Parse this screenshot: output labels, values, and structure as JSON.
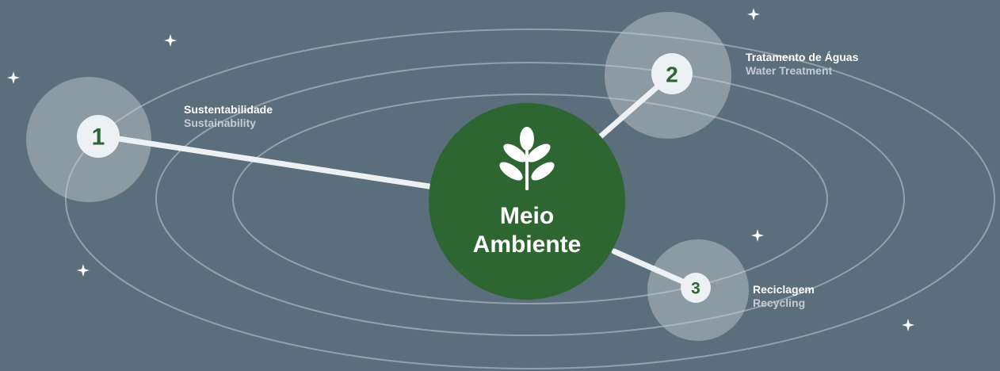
{
  "colors": {
    "background": "#5b6e7b",
    "center": "#2e6632",
    "accent_text": "#2e6632",
    "halo": "#c8d0d6"
  },
  "center": {
    "title_line1": "Meio",
    "title_line2": "Ambiente",
    "icon": "leaf-sprout-icon"
  },
  "nodes": [
    {
      "number": "1",
      "pt": "Sustentabilidade",
      "en": "Sustainability"
    },
    {
      "number": "2",
      "pt": "Tratamento de Águas",
      "en": "Water Treatment"
    },
    {
      "number": "3",
      "pt": "Reciclagem",
      "en": "Recycling"
    }
  ]
}
